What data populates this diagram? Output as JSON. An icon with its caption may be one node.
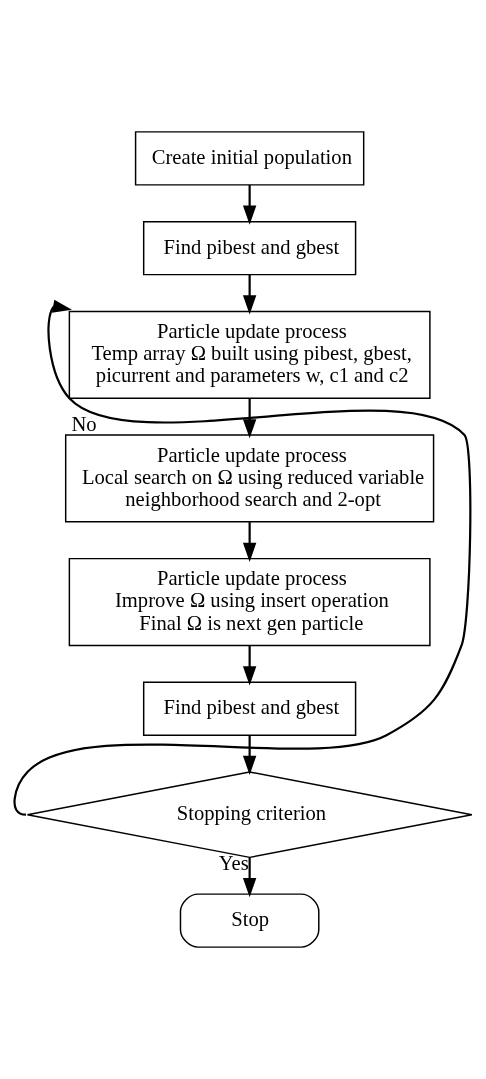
{
  "diagram": {
    "nodes": [
      {
        "text": [
          "Create initial population"
        ]
      },
      {
        "text": [
          "Find pibest and gbest"
        ]
      },
      {
        "text": [
          "Particle update process",
          "Temp array Ω built using pibest, gbest, picurrent and parameters w, c1 and c2"
        ]
      },
      {
        "text": [
          "Particle update process",
          "Local search on Ω using reduced variable neighborhood search and 2-opt"
        ]
      },
      {
        "text": [
          "Particle update process",
          "Improve Ω using insert operation",
          "Final Ω is next gen particle"
        ]
      },
      {
        "text": [
          "Find pibest and gbest"
        ]
      },
      {
        "text": [
          "Stopping criterion"
        ]
      },
      {
        "text": [
          "Stop"
        ]
      }
    ],
    "edges": [
      {
        "from": 0,
        "to": 1,
        "arrow": "to"
      },
      {
        "from": 1,
        "to": 2,
        "arrow": "to"
      },
      {
        "from": 2,
        "to": 3,
        "arrow": "to"
      },
      {
        "from": 3,
        "to": 4,
        "arrow": "to"
      },
      {
        "from": 4,
        "to": 5,
        "arrow": "to"
      },
      {
        "from": 5,
        "to": 6,
        "arrow": "to"
      },
      {
        "from": 6,
        "to": 2,
        "arrow": "to",
        "label": "No"
      },
      {
        "from": 6,
        "to": 7,
        "arrow": "to",
        "label": "Yes"
      }
    ]
  }
}
